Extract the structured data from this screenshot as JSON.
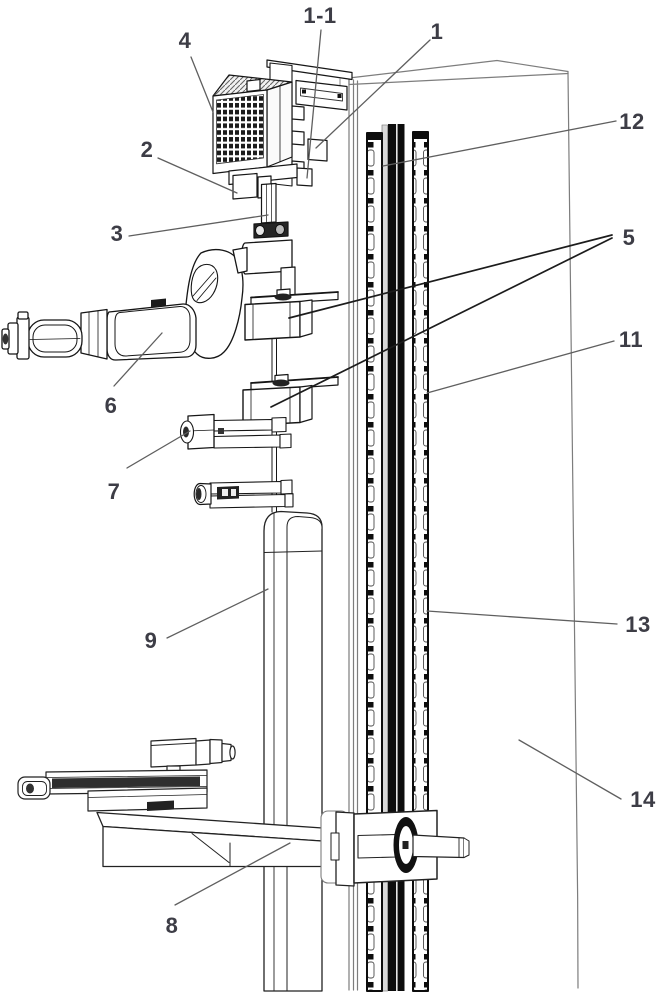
{
  "figure": {
    "kind": "patent-style technical line drawing",
    "subject": "robotic arm and camera stage mounted on a vertical rail column"
  },
  "colors": {
    "background": "#ffffff",
    "line": "#1a1a1a",
    "panel_line": "#7d7d7d",
    "leader_line": "#5f5f5f",
    "label_text": "#3d3d46",
    "rail_dark": "#0d0d0d"
  },
  "labels": [
    {
      "id": "1-1",
      "text": "1-1"
    },
    {
      "id": "1",
      "text": "1"
    },
    {
      "id": "4",
      "text": "4"
    },
    {
      "id": "2",
      "text": "2"
    },
    {
      "id": "3",
      "text": "3"
    },
    {
      "id": "6",
      "text": "6"
    },
    {
      "id": "7",
      "text": "7"
    },
    {
      "id": "9",
      "text": "9"
    },
    {
      "id": "8",
      "text": "8"
    },
    {
      "id": "12",
      "text": "12"
    },
    {
      "id": "5",
      "text": "5"
    },
    {
      "id": "11",
      "text": "11"
    },
    {
      "id": "13",
      "text": "13"
    },
    {
      "id": "14",
      "text": "14"
    }
  ]
}
